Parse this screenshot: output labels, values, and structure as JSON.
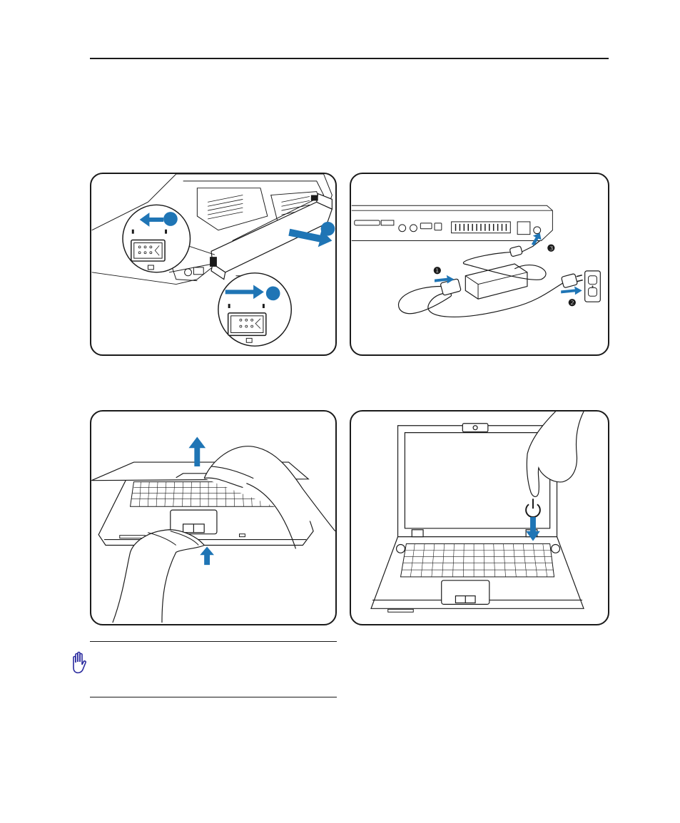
{
  "colors": {
    "accent": "#1f75b5",
    "line": "#1a1a1a",
    "background": "#ffffff"
  },
  "panels": {
    "adapter": {
      "step1": "❶",
      "step2": "❷",
      "step3": "❸"
    }
  },
  "icons": {
    "note": "stop-hand-icon",
    "power": "power-icon"
  }
}
